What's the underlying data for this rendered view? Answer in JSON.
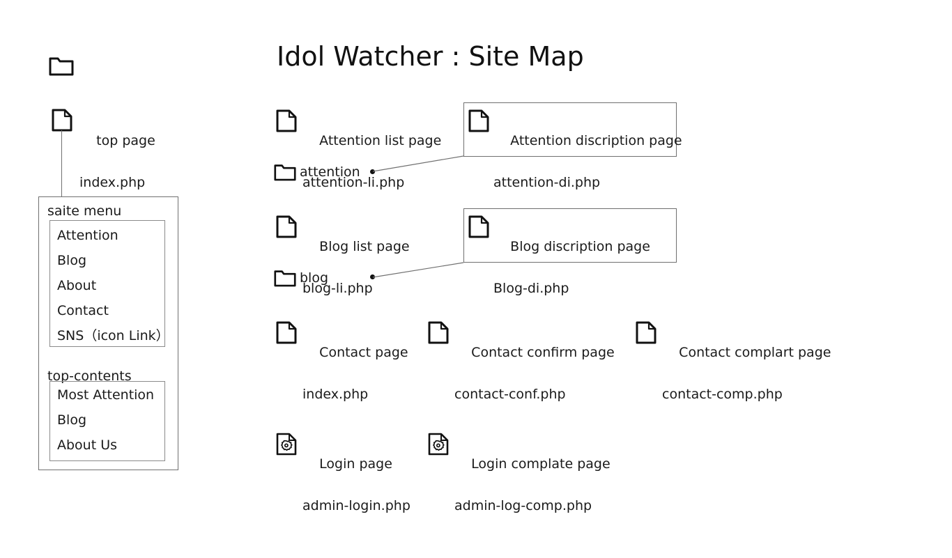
{
  "title": "Idol Watcher : Site Map",
  "root": {
    "folder_icon": "folder-icon"
  },
  "top_page": {
    "icon": "document-icon",
    "line1": "top page",
    "line2": "index.php"
  },
  "sidebar": {
    "menu_section": {
      "heading": "saite menu",
      "items": [
        "Attention",
        "Blog",
        "About",
        "Contact",
        "SNS（icon Link）"
      ]
    },
    "contents_section": {
      "heading": "top-contents",
      "items": [
        "Most Attention",
        "Blog",
        "About Us"
      ]
    }
  },
  "sections": [
    {
      "name": "attention",
      "list_page": {
        "icon": "document-icon",
        "line1": "Attention list page",
        "line2": "attention-li.php"
      },
      "folder": {
        "icon": "folder-icon",
        "label": "attention"
      },
      "detail_page": {
        "icon": "document-icon",
        "line1": "Attention discription page",
        "line2": "attention-di.php"
      }
    },
    {
      "name": "blog",
      "list_page": {
        "icon": "document-icon",
        "line1": "Blog list page",
        "line2": "blog-li.php"
      },
      "folder": {
        "icon": "folder-icon",
        "label": "blog"
      },
      "detail_page": {
        "icon": "document-icon",
        "line1": "Blog discription page",
        "line2": "Blog-di.php"
      }
    }
  ],
  "contact_row": [
    {
      "icon": "document-icon",
      "line1": "Contact page",
      "line2": "index.php"
    },
    {
      "icon": "document-icon",
      "line1": "Contact confirm page",
      "line2": "contact-conf.php"
    },
    {
      "icon": "document-icon",
      "line1": "Contact complart page",
      "line2": "contact-comp.php"
    }
  ],
  "admin_row": [
    {
      "icon": "document-gear-icon",
      "line1": "Login page",
      "line2": "admin-login.php"
    },
    {
      "icon": "document-gear-icon",
      "line1": "Login complate page",
      "line2": "admin-log-comp.php"
    }
  ],
  "colors": {
    "ink": "#1a1a1a",
    "line": "#707070",
    "box_border": "#6f6f6f",
    "background": "#ffffff"
  }
}
